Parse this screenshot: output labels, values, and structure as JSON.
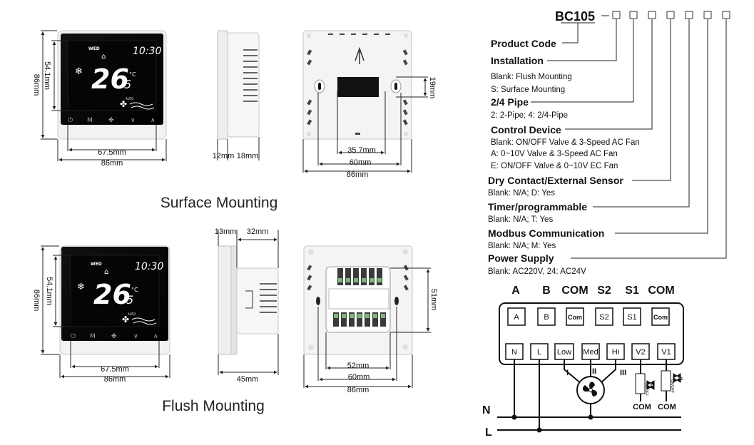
{
  "surface": {
    "title": "Surface Mounting",
    "front": {
      "width_inner": "67.5mm",
      "width_outer": "86mm",
      "height_outer": "86mm",
      "height_inner": "54.1mm"
    },
    "side": {
      "depth_a": "12mm",
      "depth_b": "18mm"
    },
    "back": {
      "hole_spacing": "35.7mm",
      "width_inner": "60mm",
      "width_outer": "86mm",
      "slot_height": "19mm"
    }
  },
  "flush": {
    "title": "Flush Mounting",
    "front": {
      "width_inner": "67.5mm",
      "width_outer": "86mm",
      "height_outer": "86mm",
      "height_inner": "54.1mm"
    },
    "side": {
      "depth_a": "13mm",
      "depth_b": "32mm",
      "depth_total": "45mm"
    },
    "back": {
      "box_width": "52mm",
      "width_inner": "60mm",
      "width_outer": "86mm",
      "box_height": "51mm"
    }
  },
  "display": {
    "day": "WED",
    "time": "10:30",
    "temp_main": "26",
    "temp_dec": "5",
    "unit": "°C",
    "fan_mode": "AUTO"
  },
  "product_code": {
    "model": "BC105",
    "root_label": "Product Code",
    "sections": [
      {
        "heading": "Installation",
        "options": [
          "Blank: Flush Mounting",
          "S: Surface Mounting"
        ]
      },
      {
        "heading": "2/4 Pipe",
        "options": [
          "2: 2-Pipe; 4: 2/4-Pipe"
        ]
      },
      {
        "heading": "Control Device",
        "options": [
          "Blank: ON/OFF Valve & 3-Speed AC Fan",
          "A: 0~10V Valve & 3-Speed AC Fan",
          "E: ON/OFF Valve & 0~10V EC Fan"
        ]
      },
      {
        "heading": "Dry Contact/External Sensor",
        "options": [
          "Blank: N/A; D: Yes"
        ]
      },
      {
        "heading": "Timer/programmable",
        "options": [
          "Blank: N/A; T: Yes"
        ]
      },
      {
        "heading": "Modbus Communication",
        "options": [
          "Blank: N/A; M: Yes"
        ]
      },
      {
        "heading": "Power Supply",
        "options": [
          "Blank: AC220V, 24: AC24V"
        ]
      }
    ]
  },
  "wiring": {
    "top_labels": [
      "A",
      "B",
      "COM",
      "S2",
      "S1",
      "COM"
    ],
    "top_boxes": [
      "A",
      "B",
      "Com",
      "S2",
      "S1",
      "Com"
    ],
    "bottom_boxes": [
      "N",
      "L",
      "Low",
      "Med",
      "Hi",
      "V2",
      "V1"
    ],
    "speed_marks": [
      "I",
      "II",
      "III"
    ],
    "valve_labels": [
      "V2",
      "V1"
    ],
    "valve_box_text": "ON/OFF",
    "com_labels": [
      "COM",
      "COM"
    ],
    "line_labels": [
      "N",
      "L"
    ]
  },
  "icons": [
    "snowflake-icon",
    "house-icon",
    "fan-icon",
    "power-icon",
    "mode-icon",
    "up-icon",
    "down-icon",
    "arrow-up-icon"
  ]
}
